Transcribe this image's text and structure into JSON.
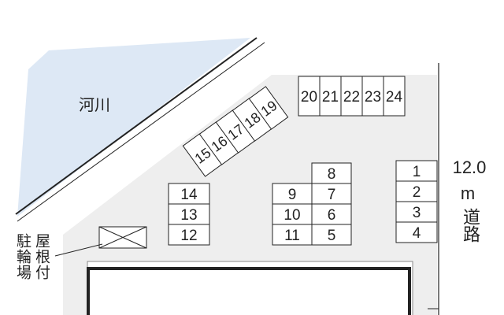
{
  "map": {
    "river_label": "河川",
    "road_width": "12.0",
    "road_unit": "m",
    "road_label": "道路",
    "bike_parking_label": "駐輪場",
    "roofed_label": "屋根付",
    "colors": {
      "river": "#dde8f5",
      "lot": "#eeeeee",
      "stall": "#ffffff",
      "stroke": "#222222"
    },
    "stalls": {
      "group_top": [
        "20",
        "21",
        "22",
        "23",
        "24"
      ],
      "group_diagonal": [
        "15",
        "16",
        "17",
        "18",
        "19"
      ],
      "group_left": [
        "14",
        "13",
        "12"
      ],
      "group_center_left": [
        "9",
        "10",
        "11"
      ],
      "group_center_right": [
        "8",
        "7",
        "6",
        "5"
      ],
      "group_right": [
        "1",
        "2",
        "3",
        "4"
      ]
    }
  }
}
